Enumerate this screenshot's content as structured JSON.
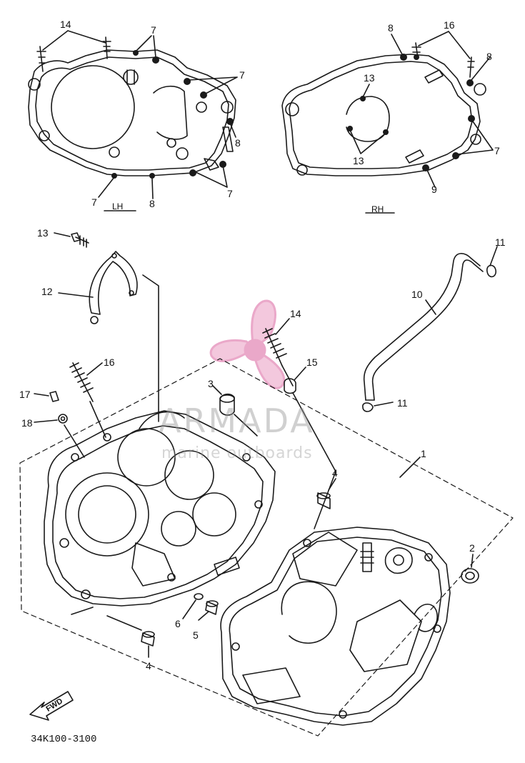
{
  "diagram": {
    "part_number": "34K100-3100",
    "forward_arrow_text": "FWD",
    "left_side_tag": "LH",
    "right_side_tag": "RH",
    "callouts": {
      "lh_14": "14",
      "lh_7a": "7",
      "lh_7b": "7",
      "lh_8a": "8",
      "lh_7c": "7",
      "lh_8b": "8",
      "lh_7d": "7",
      "rh_8a": "8",
      "rh_16": "16",
      "rh_8b": "8",
      "rh_13a": "13",
      "rh_13b": "13",
      "rh_7": "7",
      "rh_9": "9",
      "p13": "13",
      "p12": "12",
      "p16": "16",
      "p17": "17",
      "p18": "18",
      "p3": "3",
      "p14": "14",
      "p15": "15",
      "p10": "10",
      "p11a": "11",
      "p11b": "11",
      "p1": "1",
      "p4a": "4",
      "p2": "2",
      "p6": "6",
      "p5": "5",
      "p4b": "4"
    },
    "colors": {
      "line": "#1a1a1a",
      "watermark_pink": "#e48bb8",
      "watermark_gray": "#9a9a9a"
    }
  },
  "watermark": {
    "name": "ARMADA",
    "tagline": "marine outboards"
  }
}
